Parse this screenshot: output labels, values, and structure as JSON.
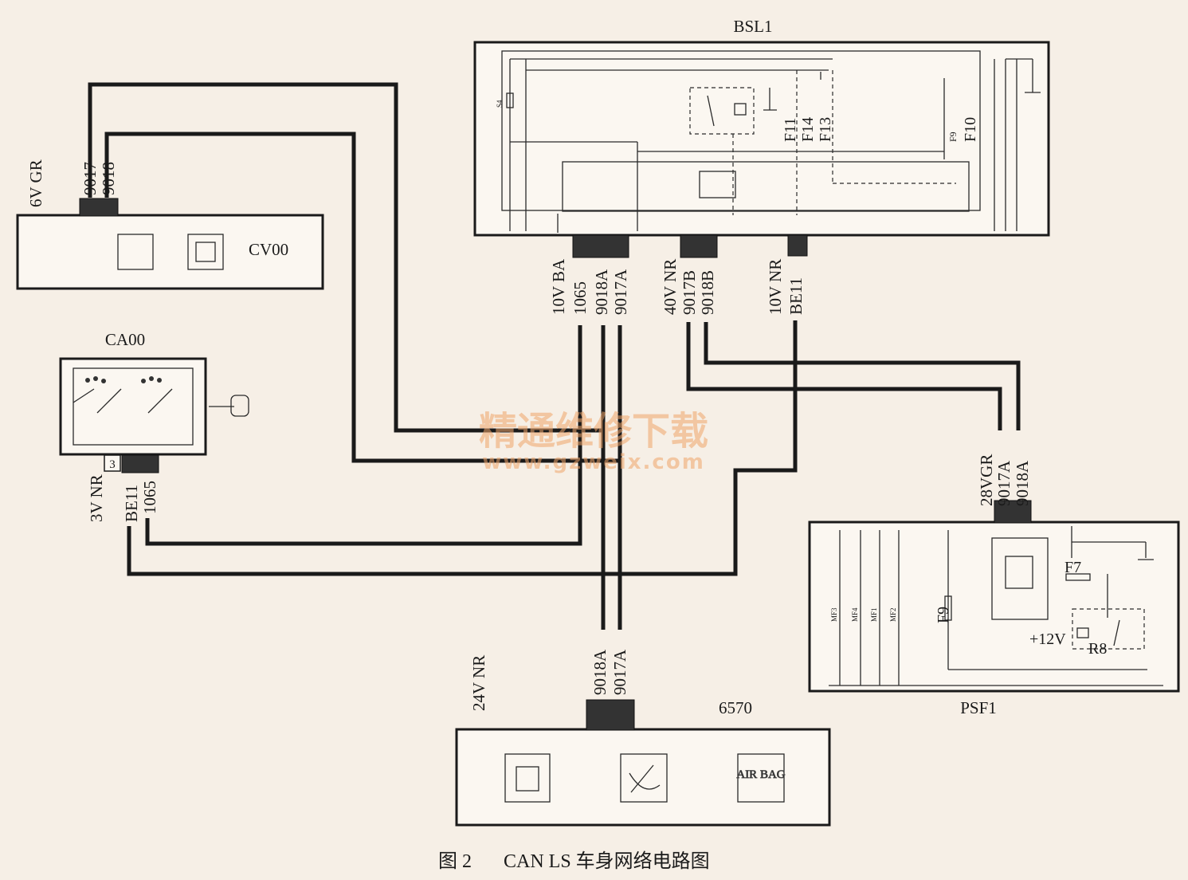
{
  "modules": {
    "bsl1": {
      "name": "BSL1",
      "fuses": [
        "F11",
        "F14",
        "F13",
        "F9",
        "F10"
      ],
      "small_label": "S4"
    },
    "cv00": {
      "name": "CV00",
      "connector": "6V GR",
      "pins": [
        "9017",
        "9018"
      ]
    },
    "ca00": {
      "name": "CA00",
      "connector": "3V NR",
      "pin_number": "3",
      "pins": [
        "BE11",
        "1065"
      ]
    },
    "psf1": {
      "name": "PSF1",
      "connector": "28VGR",
      "pins": [
        "9017A",
        "9018A"
      ],
      "fuses": [
        "F7",
        "F9"
      ],
      "voltage": "+12V",
      "relay": "R8",
      "small_labels": [
        "MF3",
        "MF4",
        "MF1",
        "MF2"
      ]
    },
    "m6570": {
      "name": "6570",
      "connector": "24V NR",
      "pins": [
        "9018A",
        "9017A"
      ],
      "airbag_text": "AIR BAG"
    }
  },
  "bsl1_connectors": [
    {
      "connector": "10V BA",
      "pins": [
        "1065",
        "9018A",
        "9017A"
      ]
    },
    {
      "connector": "40V NR",
      "pins": [
        "9017B",
        "9018B"
      ]
    },
    {
      "connector": "10V NR",
      "pins": [
        "BE11"
      ]
    }
  ],
  "watermark": {
    "line1": "精通维修下载",
    "line2": "www.gzweix.com"
  },
  "caption": {
    "figure": "图 2",
    "title": "CAN LS 车身网络电路图"
  }
}
